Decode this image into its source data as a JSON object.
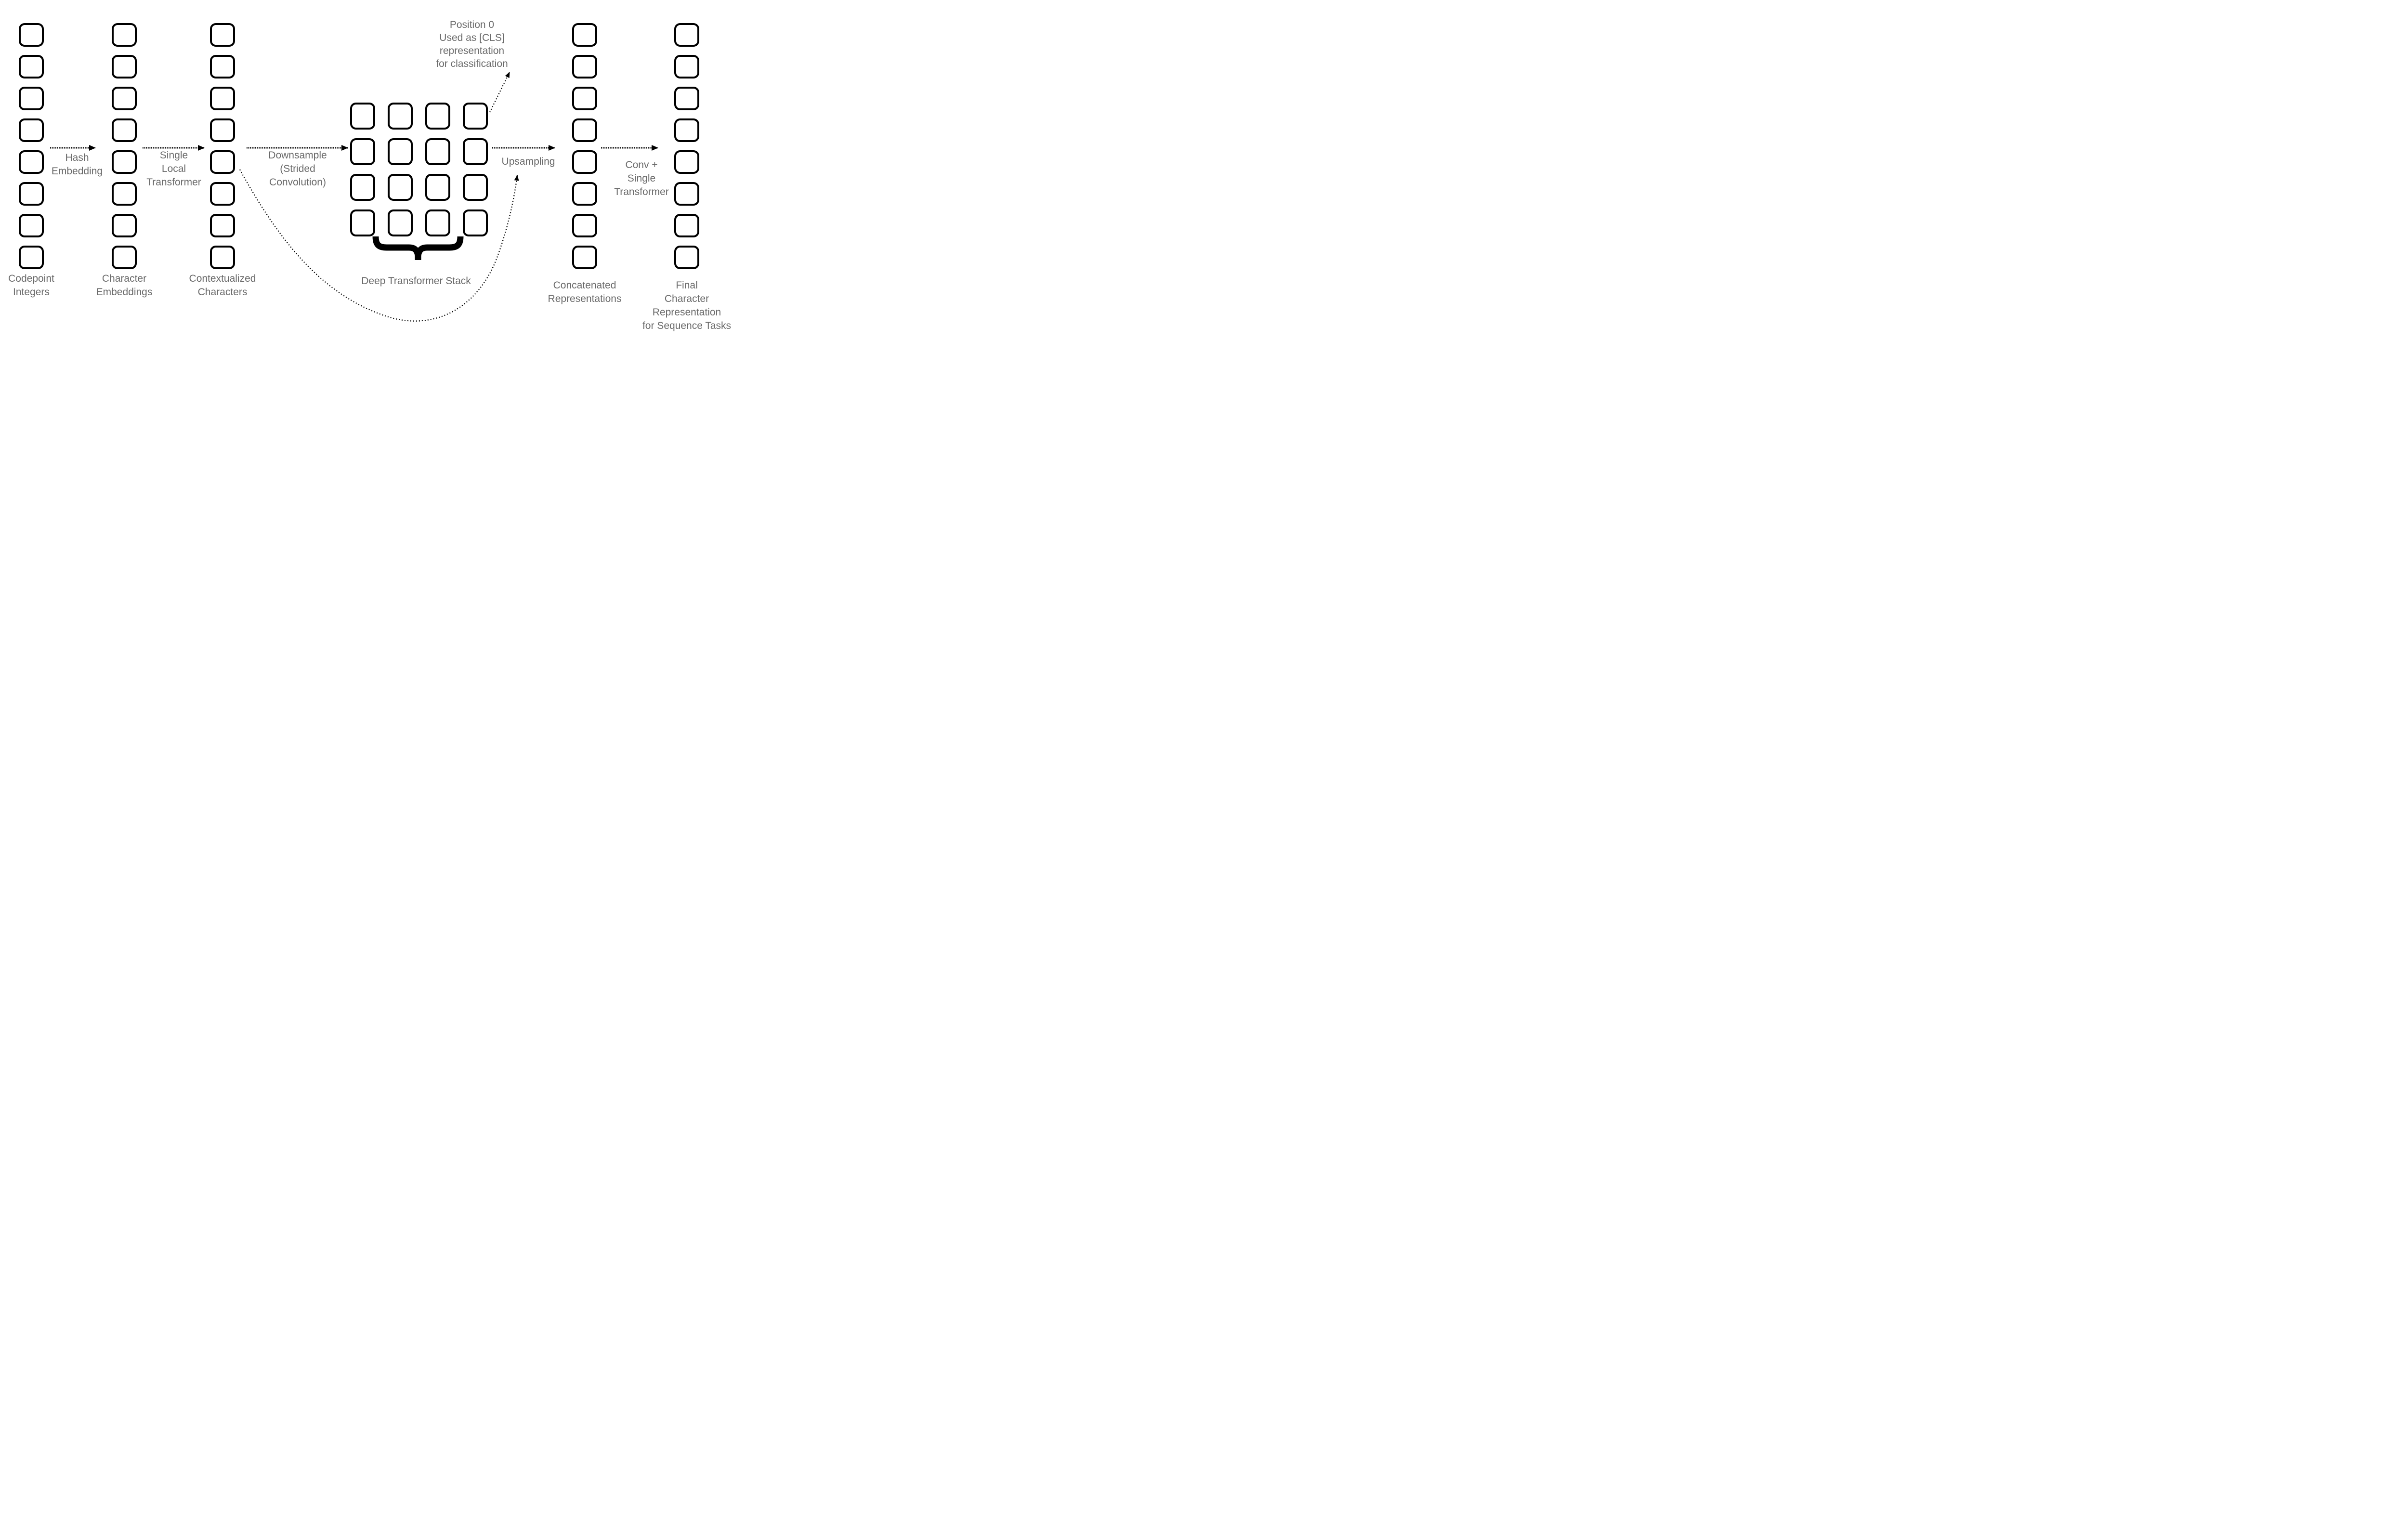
{
  "diagram": {
    "colors": {
      "background": "#ffffff",
      "box_border": "#000000",
      "arrow": "#000000",
      "label_text": "#696969"
    },
    "columns": [
      {
        "id": "codepoint-integers",
        "box_count": 8,
        "label_lines": [
          "Codepoint",
          "Integers"
        ]
      },
      {
        "id": "character-embeddings",
        "box_count": 8,
        "label_lines": [
          "Character",
          "Embeddings"
        ]
      },
      {
        "id": "contextualized-characters",
        "box_count": 8,
        "label_lines": [
          "Contextualized",
          "Characters"
        ]
      },
      {
        "id": "concatenated-representations",
        "box_count": 8,
        "label_lines": [
          "Concatenated",
          "Representations"
        ]
      },
      {
        "id": "final-character-representation",
        "box_count": 8,
        "label_lines": [
          "Final",
          "Character",
          "Representation",
          "for Sequence Tasks"
        ]
      }
    ],
    "grid": {
      "id": "downsampled-positions",
      "rows": 4,
      "cols": 4,
      "label": "Deep Transformer Stack"
    },
    "edges": {
      "hash_embedding": [
        "Hash",
        "Embedding"
      ],
      "single_local_transformer": [
        "Single",
        "Local",
        "Transformer"
      ],
      "downsample": [
        "Downsample",
        "(Strided",
        "Convolution)"
      ],
      "upsampling": [
        "Upsampling"
      ],
      "conv_single_transformer": [
        "Conv +",
        "Single",
        "Transformer"
      ]
    },
    "cls_note": [
      "Position 0",
      "Used as [CLS]",
      "representation",
      "for classification"
    ]
  }
}
